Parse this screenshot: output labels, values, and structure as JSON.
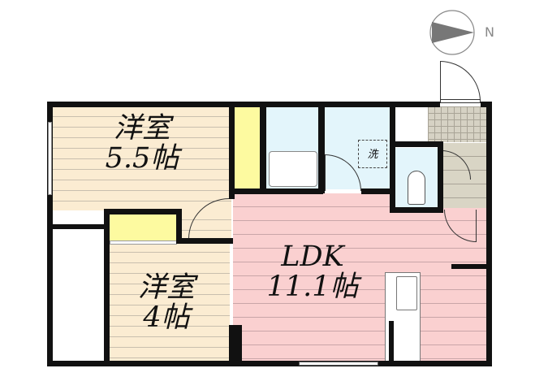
{
  "compass": {
    "label": "N",
    "direction": "east"
  },
  "rooms": {
    "western_room_1": {
      "name": "洋室",
      "size": "5.5帖",
      "color": "#fbecd2"
    },
    "western_room_2": {
      "name": "洋室",
      "size": "4帖",
      "color": "#fbecd2"
    },
    "ldk": {
      "name": "LDK",
      "size": "11.1帖",
      "color": "#fad0d0"
    },
    "bathroom": {
      "color": "#e3f5fb"
    },
    "washroom": {
      "label": "洗",
      "color": "#e3f5fb"
    },
    "toilet": {
      "color": "#e3f5fb"
    },
    "entrance": {
      "color": "#d6d2c4"
    },
    "hallway": {
      "color": "#d9d5c5"
    },
    "closet": {
      "color": "#fdfaa0"
    }
  }
}
